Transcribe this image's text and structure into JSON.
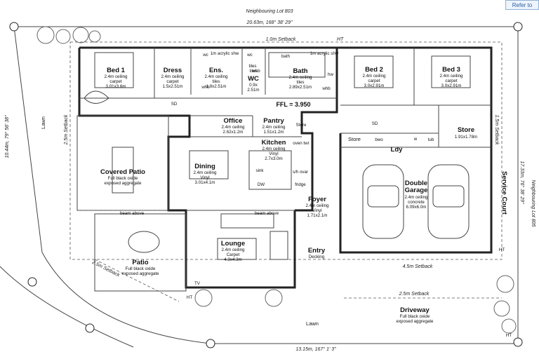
{
  "refer_button": "Refer to",
  "survey": {
    "neighbour_top": "Neighbouring Lot 803",
    "top_boundary": "20.63m, 168° 38' 29\"",
    "left_boundary": "10.44m, 79° 56' 38\"",
    "right_boundary": "17.33m, 76° 38' 29\"",
    "right_neighbour": "Neighbouring Lot 805",
    "bottom_boundary": "13.15m, 167° 1' 3\"",
    "setback_top": "1.0m Setback",
    "setback_left": "2.5m Setback",
    "setback_right": "1.5m Setback",
    "setback_bottom_right": "4.5m Setback",
    "setback_driveway": "2.5m Setback",
    "setback_patio": "2.5m Setback",
    "ht_marker": "HT"
  },
  "ffl": "FFL = 3.950",
  "rooms": {
    "bed1": {
      "name": "Bed 1",
      "lines": [
        "2.4m ceiling",
        "carpet",
        "3.01x3.6m"
      ]
    },
    "dress": {
      "name": "Dress",
      "lines": [
        "2.4m ceiling",
        "carpet",
        "1.5x2.51m"
      ]
    },
    "ens": {
      "name": "Ens.",
      "lines": [
        "2.4m ceiling",
        "tiles",
        "1.9x2.51m"
      ]
    },
    "wc": {
      "name": "WC",
      "lines": [
        "tiles",
        "0.9x",
        "2.51m"
      ]
    },
    "bath": {
      "name": "Bath",
      "lines": [
        "2.4m ceiling",
        "tiles",
        "2.89x2.51m"
      ]
    },
    "bed2": {
      "name": "Bed 2",
      "lines": [
        "2.4m ceiling",
        "carpet",
        "3.0x2.91m"
      ]
    },
    "bed3": {
      "name": "Bed 3",
      "lines": [
        "2.4m ceiling",
        "carpet",
        "3.0x2.91m"
      ]
    },
    "office": {
      "name": "Office",
      "lines": [
        "2.4m ceiling",
        "2.62x1.2m"
      ]
    },
    "pantry": {
      "name": "Pantry",
      "lines": [
        "2.4m ceiling",
        "1.51x1.2m"
      ]
    },
    "kitchen": {
      "name": "Kitchen",
      "lines": [
        "2.4m ceiling",
        "Vinyl",
        "2.7x3.0m"
      ]
    },
    "dining": {
      "name": "Dining",
      "lines": [
        "2.4m ceiling",
        "Vinyl",
        "3.01x4.1m"
      ]
    },
    "covered_patio": {
      "name": "Covered Patio",
      "lines": [
        "Full black oxide",
        "exposed aggregate"
      ]
    },
    "patio": {
      "name": "Patio",
      "lines": [
        "Full black oxide",
        "exposed aggregate"
      ]
    },
    "lounge": {
      "name": "Lounge",
      "lines": [
        "2.4m ceiling",
        "Carpet",
        "4.3x4.3m"
      ]
    },
    "foyer": {
      "name": "Foyer",
      "lines": [
        "2.4m ceiling",
        "Vinyl",
        "1.71x2.1m"
      ]
    },
    "entry": {
      "name": "Entry",
      "lines": [
        "Decking"
      ]
    },
    "store_small": {
      "name": "Store"
    },
    "store_large": {
      "name": "Store",
      "lines": [
        "1.91x1.78m"
      ]
    },
    "laundry": {
      "name": "Ldy"
    },
    "garage": {
      "name": "Double",
      "name2": "Garage",
      "lines": [
        "2.4m ceiling",
        "concrete",
        "6.09x6.0m"
      ]
    },
    "service_court": {
      "name": "Service Court"
    },
    "driveway": {
      "name": "Driveway",
      "lines": [
        "Full black oxide",
        "exposed aggregate"
      ]
    },
    "lawn_left": {
      "name": "Lawn"
    },
    "lawn_bottom": {
      "name": "Lawn"
    }
  },
  "fixtures": {
    "wm": "1m acrylic shw",
    "wm2": "1m acrylic shw",
    "bath_tub": "bath",
    "whb": "whb",
    "whb2": "whb",
    "whb3": "whb",
    "hw": "hw",
    "tiles": "tiles",
    "wc_tag": "wc",
    "wc_tag2": "wc",
    "sd": "SD",
    "sd2": "SD",
    "oven": "oven twr",
    "sink": "sink",
    "dw": "DW",
    "fridge": "fridge",
    "sh_over": "s/h ovar",
    "store_door": "Store",
    "bwo": "bwo",
    "w": "w",
    "tub": "tub",
    "beam_above": "beam above",
    "beam_above2": "beam above",
    "tv": "TV",
    "ht": "HT",
    "ht2": "HT",
    "ht3": "HT"
  }
}
